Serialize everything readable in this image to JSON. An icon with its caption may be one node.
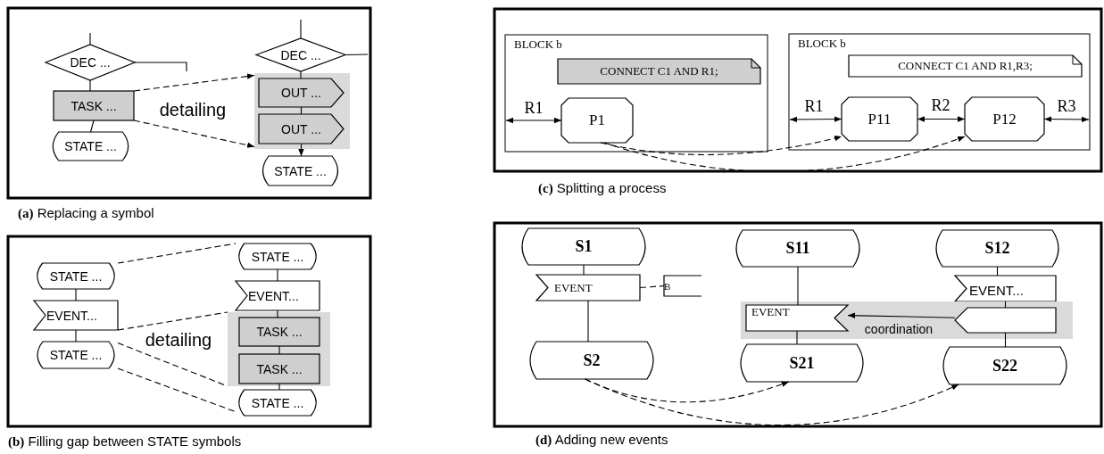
{
  "diagram": {
    "nodes": [
      {
        "text": [
          "**(a)** Replacing a symbol"
        ]
      },
      {
        "text": [
          "DEC ..."
        ],
        "in": 0
      },
      {
        "text": [
          "TASK ..."
        ],
        "in": 0
      },
      {
        "text": [
          "STATE ..."
        ],
        "in": 0
      },
      {
        "text": [
          "DEC ..."
        ],
        "in": 0
      },
      {
        "text": [],
        "shape": "box",
        "in": 0
      },
      {
        "text": [
          "OUT ..."
        ],
        "in": 5
      },
      {
        "text": [
          "OUT ..."
        ],
        "in": 5
      },
      {
        "text": [
          "STATE ..."
        ],
        "in": 0
      },
      {
        "text": [
          "**(b)** Filling gap between STATE symbols"
        ]
      },
      {
        "text": [
          "STATE ..."
        ],
        "in": 9
      },
      {
        "text": [
          "EVENT..."
        ],
        "in": 9
      },
      {
        "text": [
          "STATE ..."
        ],
        "in": 9
      },
      {
        "text": [
          "STATE ..."
        ],
        "in": 9
      },
      {
        "text": [
          "EVENT..."
        ],
        "in": 9
      },
      {
        "text": [],
        "shape": "box",
        "in": 9
      },
      {
        "text": [
          "TASK ..."
        ],
        "in": 15
      },
      {
        "text": [
          "TASK ..."
        ],
        "in": 15
      },
      {
        "text": [
          "STATE ..."
        ],
        "in": 9
      },
      {
        "text": [
          "**(c)** Splitting a process"
        ]
      },
      {
        "text": [
          "BLOCK b"
        ],
        "in": 19
      },
      {
        "text": [
          "CONNECT C1 AND R1;"
        ],
        "in": 20
      },
      {
        "text": [
          "P1"
        ],
        "in": 20
      },
      {
        "text": [
          "BLOCK b"
        ],
        "in": 19
      },
      {
        "text": [
          "CONNECT C1 AND R1,R3;"
        ],
        "in": 23
      },
      {
        "text": [
          "P11"
        ],
        "in": 23
      },
      {
        "text": [
          "P12"
        ],
        "in": 23
      },
      {
        "text": [
          "**(d)** Adding new events"
        ]
      },
      {
        "text": [
          "S1"
        ],
        "in": 27
      },
      {
        "text": [
          "EVENT"
        ],
        "in": 27
      },
      {
        "text": [
          "B"
        ],
        "in": 27
      },
      {
        "text": [
          "S2"
        ],
        "in": 27
      },
      {
        "text": [
          "S11"
        ],
        "in": 27
      },
      {
        "text": [
          "S12"
        ],
        "in": 27
      },
      {
        "text": [
          "EVENT..."
        ],
        "in": 27
      },
      {
        "text": [],
        "shape": "box",
        "in": 27
      },
      {
        "text": [
          "EVENT"
        ],
        "in": 35
      },
      {
        "text": [],
        "shape": "box",
        "in": 35
      },
      {
        "text": [
          "S21"
        ],
        "in": 27
      },
      {
        "text": [
          "S22"
        ],
        "in": 27
      }
    ],
    "edges": [
      {
        "from": 1,
        "to": 2,
        "arrow": "none"
      },
      {
        "from": 2,
        "to": 3,
        "arrow": "none"
      },
      {
        "from": 4,
        "to": 6,
        "arrow": "none"
      },
      {
        "from": 6,
        "to": 7,
        "arrow": "none"
      },
      {
        "from": 7,
        "to": 8,
        "arrow": "to"
      },
      {
        "from": 2,
        "to": 5,
        "arrow": "to",
        "style": "dashed",
        "label": "detailing"
      },
      {
        "from": 2,
        "to": 5,
        "arrow": "to",
        "style": "dashed"
      },
      {
        "from": null,
        "to": 1,
        "arrow": "none"
      },
      {
        "from": 1,
        "to": null,
        "arrow": "none"
      },
      {
        "from": null,
        "to": 4,
        "arrow": "none"
      },
      {
        "from": 4,
        "to": null,
        "arrow": "none"
      },
      {
        "from": 10,
        "to": 11,
        "arrow": "none"
      },
      {
        "from": 11,
        "to": 12,
        "arrow": "none"
      },
      {
        "from": 13,
        "to": 14,
        "arrow": "none"
      },
      {
        "from": 14,
        "to": 16,
        "arrow": "none"
      },
      {
        "from": 16,
        "to": 17,
        "arrow": "none"
      },
      {
        "from": 17,
        "to": 18,
        "arrow": "none"
      },
      {
        "from": 10,
        "to": 13,
        "arrow": "none",
        "style": "dashed"
      },
      {
        "from": 11,
        "to": 15,
        "arrow": "none",
        "style": "dashed",
        "label": "detailing"
      },
      {
        "from": 12,
        "to": 15,
        "arrow": "none",
        "style": "dashed"
      },
      {
        "from": 12,
        "to": 18,
        "arrow": "none",
        "style": "dashed"
      },
      {
        "from": null,
        "to": 22,
        "arrow": "both",
        "label": "R1"
      },
      {
        "from": null,
        "to": 25,
        "arrow": "both",
        "label": "R1"
      },
      {
        "from": 25,
        "to": 26,
        "arrow": "both",
        "label": "R2"
      },
      {
        "from": 26,
        "to": null,
        "arrow": "both",
        "label": "R3"
      },
      {
        "from": 22,
        "to": 25,
        "arrow": "to",
        "style": "dashed"
      },
      {
        "from": 22,
        "to": 26,
        "arrow": "to",
        "style": "dashed"
      },
      {
        "from": 28,
        "to": 29,
        "arrow": "none"
      },
      {
        "from": 29,
        "to": 31,
        "arrow": "none"
      },
      {
        "from": 29,
        "to": 30,
        "arrow": "none",
        "style": "dashed"
      },
      {
        "from": 32,
        "to": 36,
        "arrow": "none"
      },
      {
        "from": 36,
        "to": 38,
        "arrow": "none"
      },
      {
        "from": 33,
        "to": 34,
        "arrow": "none"
      },
      {
        "from": 34,
        "to": 37,
        "arrow": "none"
      },
      {
        "from": 37,
        "to": 39,
        "arrow": "none"
      },
      {
        "from": 37,
        "to": 36,
        "arrow": "to",
        "label": "coordination"
      },
      {
        "from": 31,
        "to": 38,
        "arrow": "to",
        "style": "dashed"
      },
      {
        "from": 31,
        "to": 39,
        "arrow": "to",
        "style": "dashed"
      }
    ]
  }
}
